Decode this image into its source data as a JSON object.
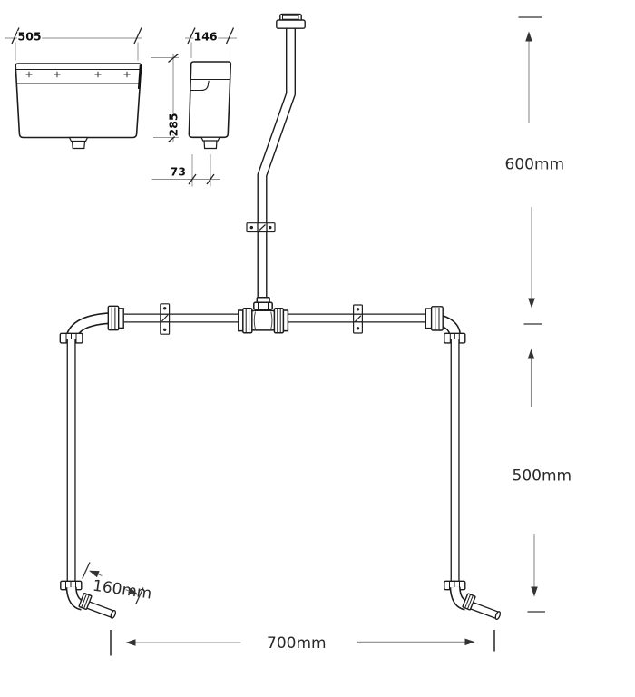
{
  "diagram": {
    "cistern": {
      "width_label": "505",
      "depth_label": "146",
      "height_label": "285",
      "outlet_offset_label": "73"
    },
    "pipework": {
      "flush_drop_label": "600mm",
      "riser_label": "500mm",
      "spout_label": "160mm",
      "span_label": "700mm"
    }
  }
}
